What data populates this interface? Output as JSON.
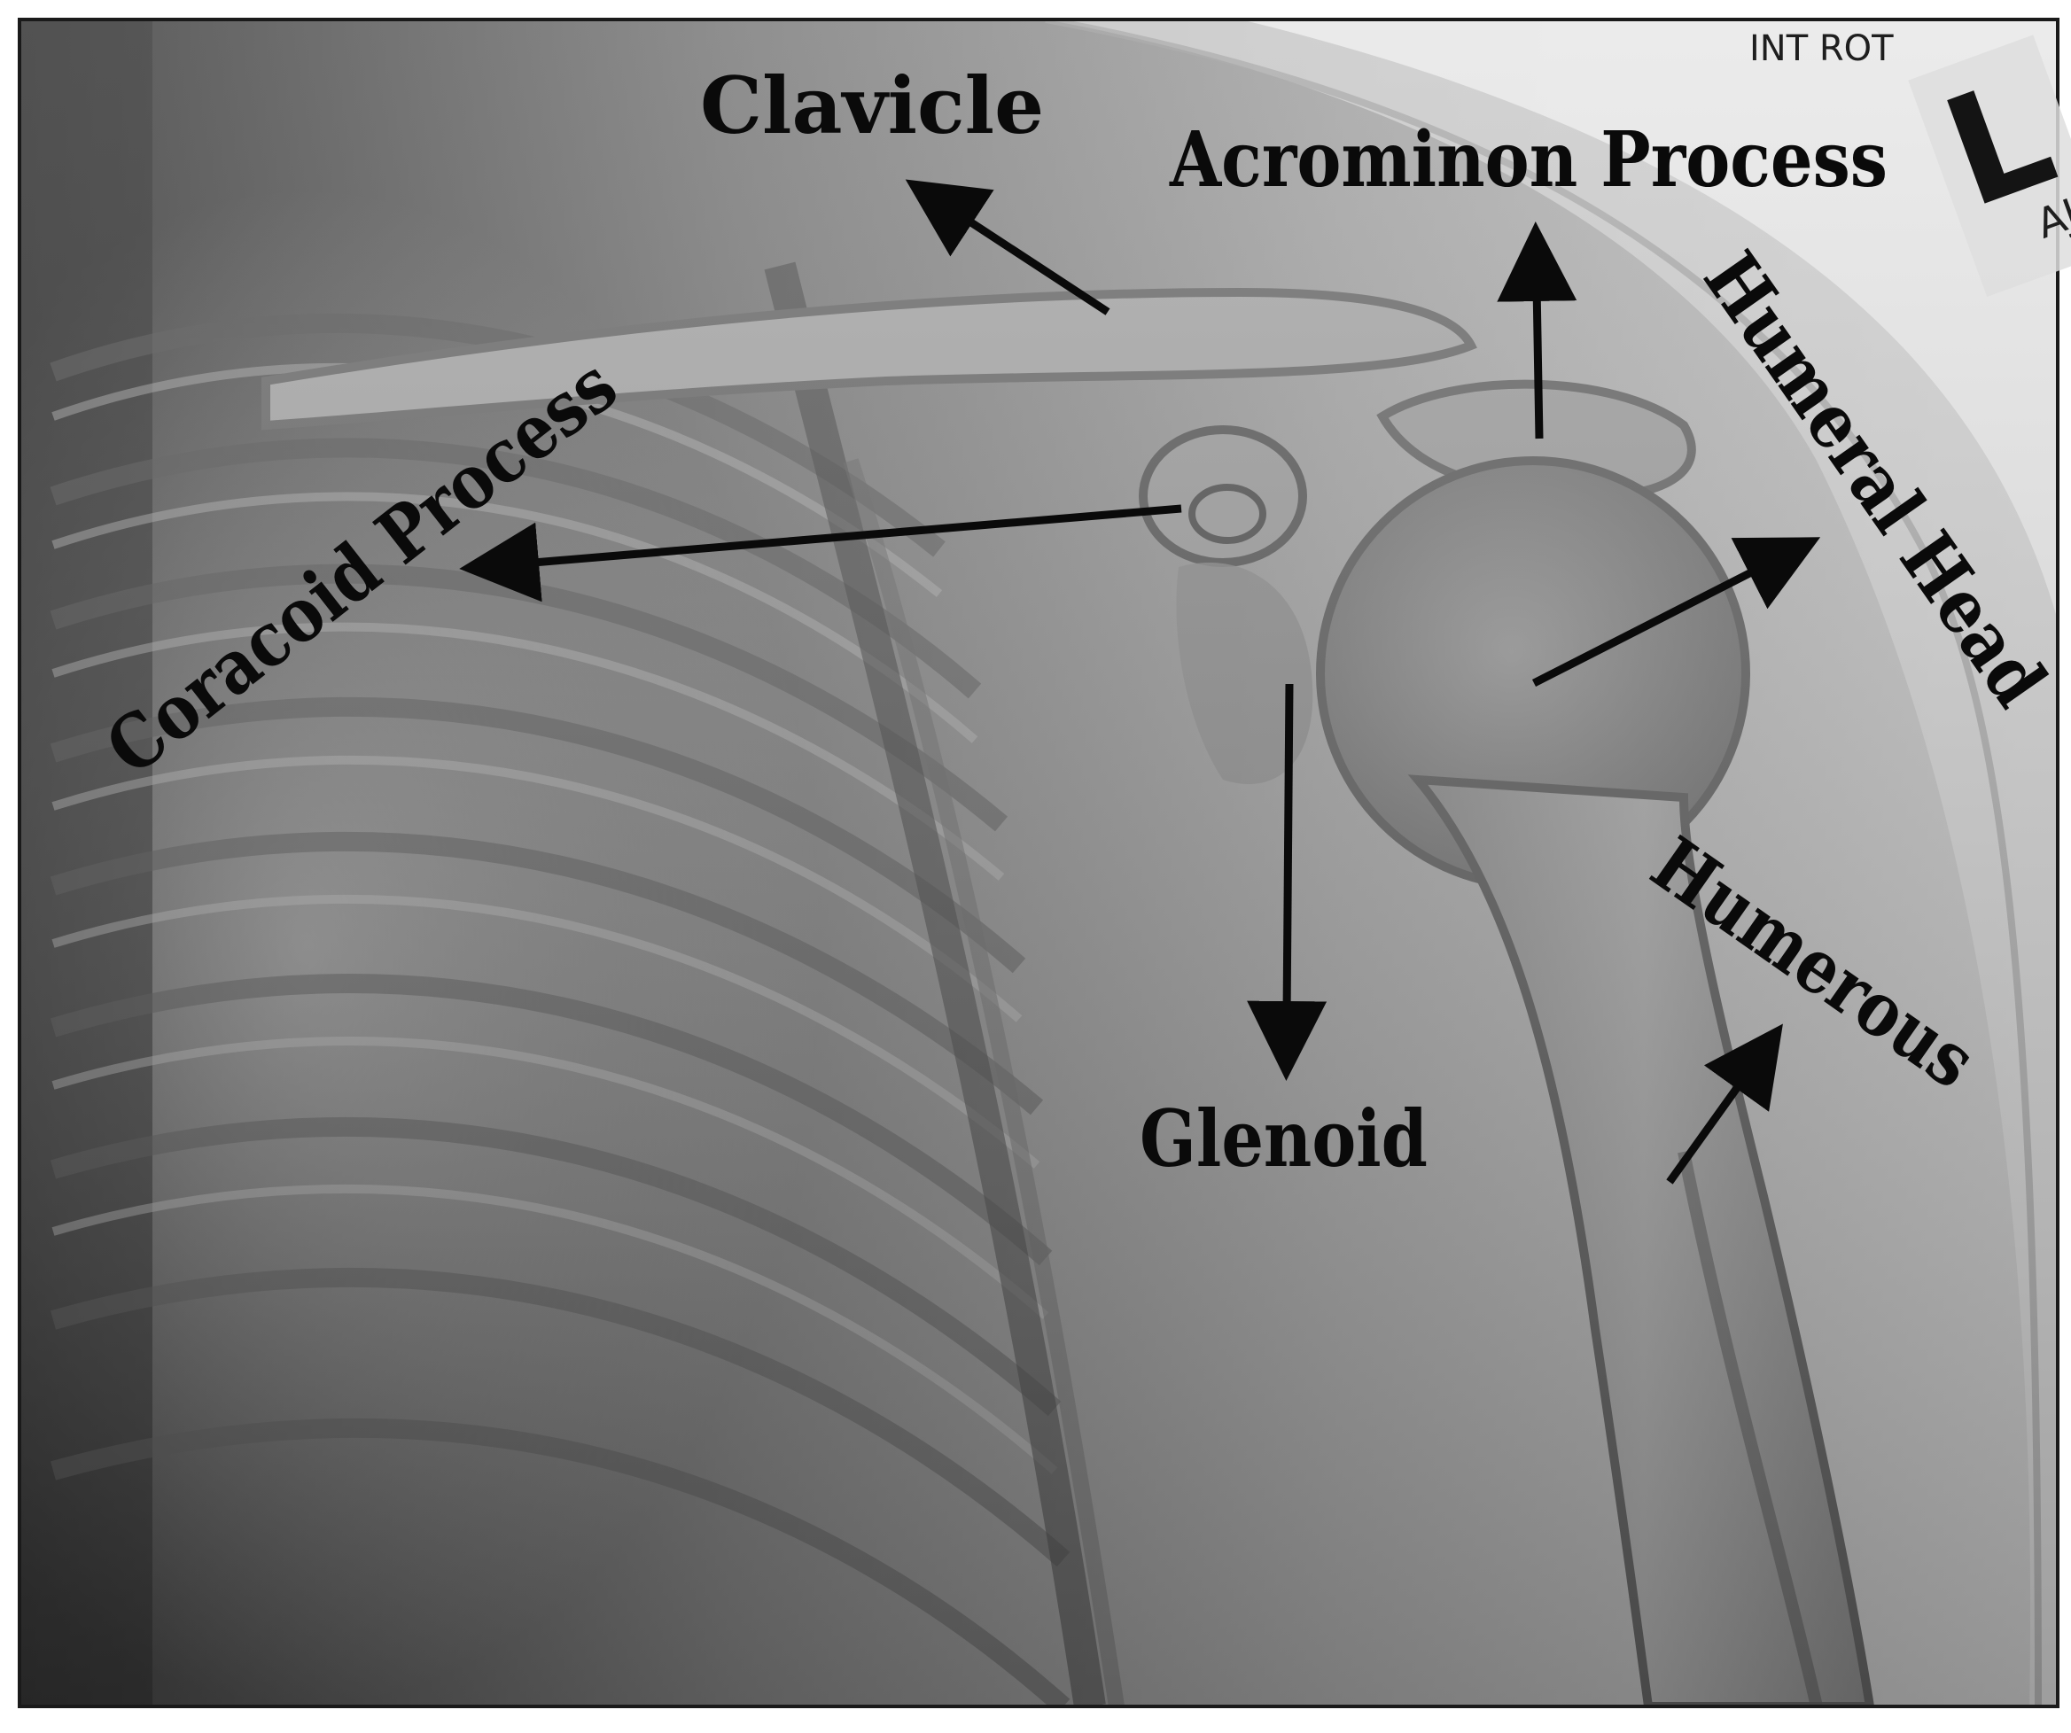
{
  "labels": {
    "clavicle": "Clavicle",
    "acromion_process": "Acrominon Process",
    "coracoid_process": "Coracoid Process",
    "humeral_head": "Humeral Head",
    "humerous": "Humerous",
    "glenoid": "Glenoid"
  },
  "marker": {
    "rotation": "INT ROT",
    "side": "L",
    "initials": "AJ"
  },
  "colors": {
    "label_text": "#0a0a0a",
    "arrow": "#0a0a0a",
    "frame": "#ffffff"
  }
}
